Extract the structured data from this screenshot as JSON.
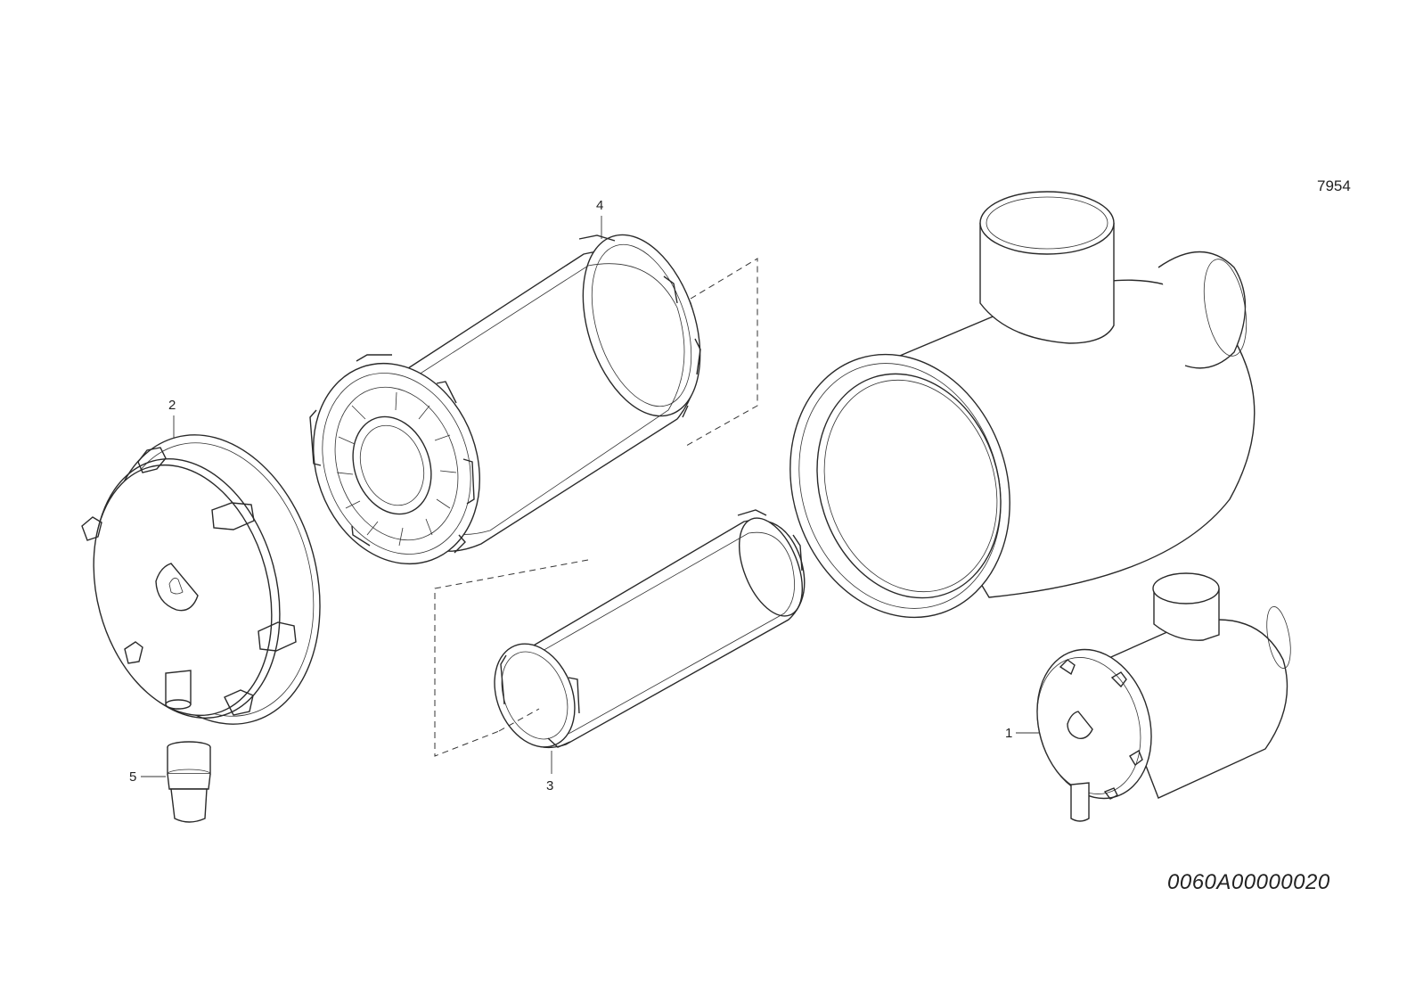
{
  "sheet_number": "7954",
  "drawing_code": "0060A00000020",
  "callouts": {
    "c1": "1",
    "c2": "2",
    "c3": "3",
    "c4": "4",
    "c5": "5"
  },
  "colors": {
    "line": "#2a2a2a",
    "background": "#ffffff"
  }
}
